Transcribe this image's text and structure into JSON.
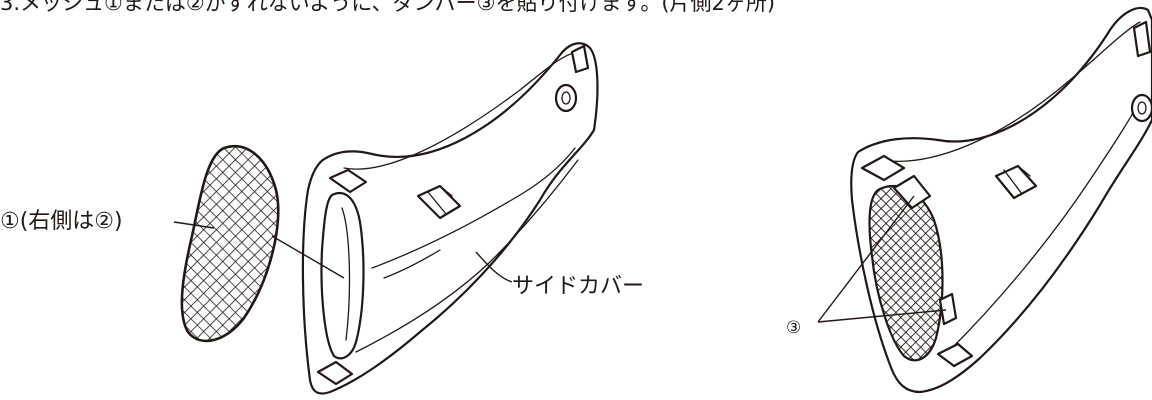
{
  "instruction": "3.メッシュ①または②がずれないように、ダンパー③を貼り付けます。(片側2ヶ所)",
  "labels": {
    "mesh": "①(右側は②)",
    "side_cover": "サイドカバー",
    "damper": "③"
  }
}
